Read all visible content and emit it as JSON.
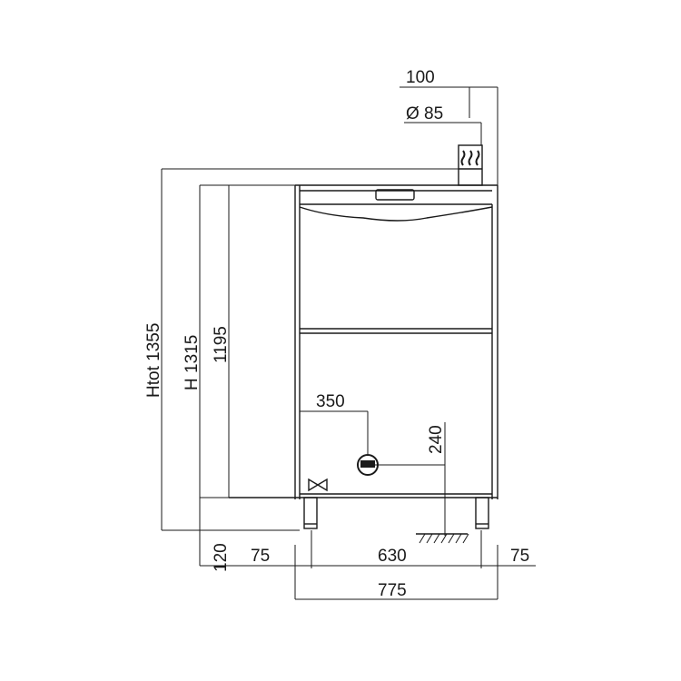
{
  "dimensions": {
    "total_height": "Htot 1355",
    "height": "H 1315",
    "body_height": "1195",
    "leg_height": "120",
    "left_offset": "75",
    "leg_span": "630",
    "right_offset": "75",
    "total_width": "775",
    "drain_offset": "350",
    "drain_height": "240",
    "chimney_offset": "100",
    "chimney_diameter": "Ø 85"
  },
  "icons": {
    "steam": "steam-icon",
    "valve": "valve-icon",
    "drain": "drain-outlet-icon",
    "ground": "ground-hatch-icon"
  }
}
